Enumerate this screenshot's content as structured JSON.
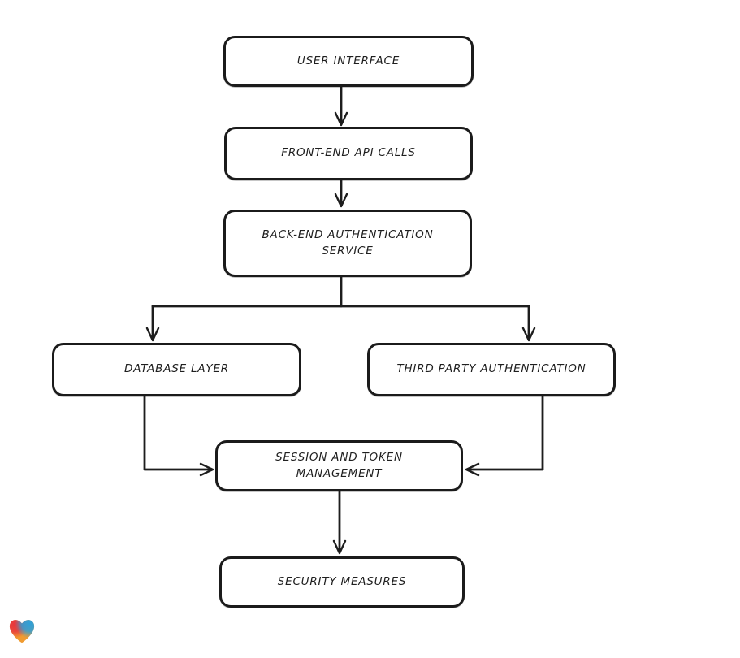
{
  "diagram": {
    "title": "",
    "nodes": [
      {
        "id": "user-interface",
        "label": "USER INTERFACE"
      },
      {
        "id": "front-end-api-calls",
        "label": "FRONT-END API CALLS"
      },
      {
        "id": "back-end-authentication-service",
        "label": "BACK-END AUTHENTICATION SERVICE"
      },
      {
        "id": "database-layer",
        "label": "DATABASE LAYER"
      },
      {
        "id": "third-party-authentication",
        "label": "THIRD PARTY AUTHENTICATION"
      },
      {
        "id": "session-and-token-management",
        "label": "SESSION AND TOKEN MANAGEMENT"
      },
      {
        "id": "security-measures",
        "label": "SECURITY MEASURES"
      }
    ],
    "edges": [
      {
        "from": "user-interface",
        "to": "front-end-api-calls"
      },
      {
        "from": "front-end-api-calls",
        "to": "back-end-authentication-service"
      },
      {
        "from": "back-end-authentication-service",
        "to": "database-layer"
      },
      {
        "from": "back-end-authentication-service",
        "to": "third-party-authentication"
      },
      {
        "from": "database-layer",
        "to": "session-and-token-management"
      },
      {
        "from": "third-party-authentication",
        "to": "session-and-token-management"
      },
      {
        "from": "session-and-token-management",
        "to": "security-measures"
      }
    ]
  },
  "colors": {
    "background": "#ffffff",
    "stroke": "#1d1d1d",
    "box_fill": "#ffffff",
    "text": "#1f1f1f"
  },
  "logo": {
    "icon": "heart-icon",
    "colors": {
      "red": "#e8373d",
      "blue": "#2f9fd8",
      "orange": "#f09b30"
    }
  }
}
